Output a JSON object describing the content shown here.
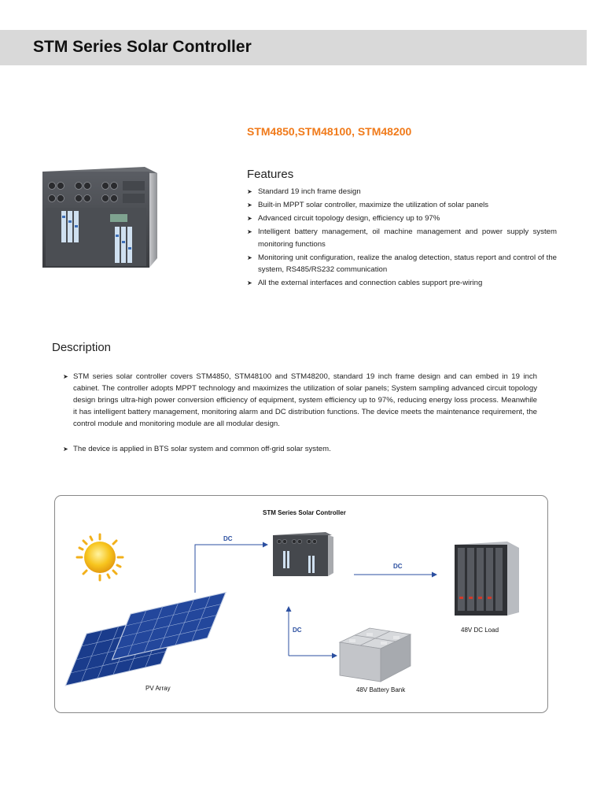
{
  "header": {
    "title": "STM Series Solar Controller"
  },
  "product": {
    "models": "STM4850,STM48100, STM48200",
    "features_heading": "Features",
    "features": [
      "Standard 19 inch frame design",
      "Built-in MPPT solar controller, maximize the utilization of solar panels",
      "Advanced circuit topology design, efficiency up to 97%",
      "Intelligent battery management, oil machine management and power supply system monitoring functions",
      "Monitoring unit configuration, realize the analog detection, status report and control of the system, RS485/RS232 communication",
      "All the external interfaces and connection cables support pre-wiring"
    ]
  },
  "description": {
    "heading": "Description",
    "paragraphs": [
      "STM series solar controller covers STM4850, STM48100 and STM48200, standard 19 inch frame design and can embed in 19 inch cabinet. The controller adopts MPPT technology and maximizes the utilization of solar panels; System sampling advanced circuit topology design brings ultra-high power conversion efficiency of equipment, system efficiency up to 97%, reducing energy loss process. Meanwhile it has intelligent battery management, monitoring alarm and DC distribution functions. The device meets the maintenance requirement, the control module and monitoring module are all modular design.",
      "The device is applied in BTS solar system and common off-grid solar system."
    ]
  },
  "diagram": {
    "title": "STM Series Solar Controller",
    "dc_label_1": "DC",
    "dc_label_2": "DC",
    "dc_label_3": "DC",
    "pv_label": "PV Array",
    "battery_label": "48V Battery Bank",
    "load_label": "48V DC Load",
    "arrow_color": "#2b4fa0"
  },
  "colors": {
    "accent": "#f07a1a",
    "title_bar": "#d9d9d9"
  }
}
